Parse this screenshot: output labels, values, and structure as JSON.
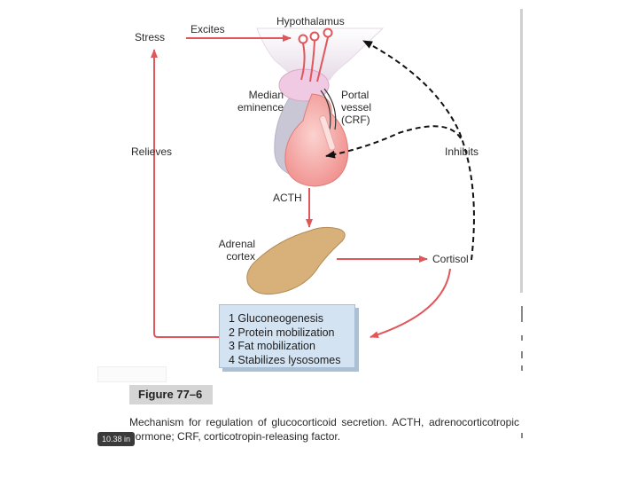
{
  "diagram": {
    "nodes": {
      "stress": "Stress",
      "hypothalamus": "Hypothalamus",
      "median_eminence": "Median\neminence",
      "portal_vessel": "Portal\nvessel\n(CRF)",
      "acth": "ACTH",
      "adrenal_cortex": "Adrenal\ncortex",
      "cortisol": "Cortisol"
    },
    "edge_labels": {
      "excites": "Excites",
      "relieves": "Relieves",
      "inhibits": "Inhibits"
    },
    "effects": [
      "1 Gluconeogenesis",
      "2 Protein mobilization",
      "3 Fat mobilization",
      "4 Stabilizes lysosomes"
    ],
    "colors": {
      "arrow_red": "#e0565a",
      "pituitary_pink": "#f5a9a8",
      "adrenal_tan": "#d8b07a",
      "box_blue": "#d3e3f2"
    }
  },
  "figure": {
    "label": "Figure 77–6",
    "caption": "Mechanism for regulation of glucocorticoid secretion. ACTH, adrenocorticotropic hormone; CRF, corticotropin-releasing factor."
  },
  "overlay": {
    "size_badge": "10.38 in"
  }
}
